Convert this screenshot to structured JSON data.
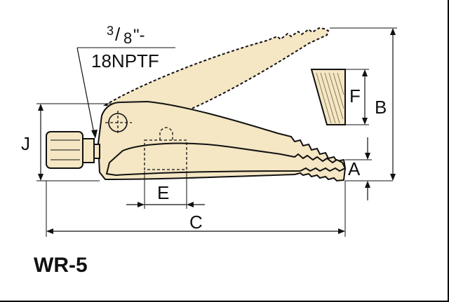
{
  "drawing": {
    "port_fraction_num": "3",
    "port_fraction_den": "8",
    "port_fraction_suffix": "\"-",
    "port_thread": "18NPTF",
    "model": "WR-5",
    "dimensions": {
      "A": "A",
      "B": "B",
      "C": "C",
      "E": "E",
      "F": "F",
      "J": "J"
    },
    "colors": {
      "body_fill": "#f5e6c4",
      "line": "#111111"
    }
  }
}
